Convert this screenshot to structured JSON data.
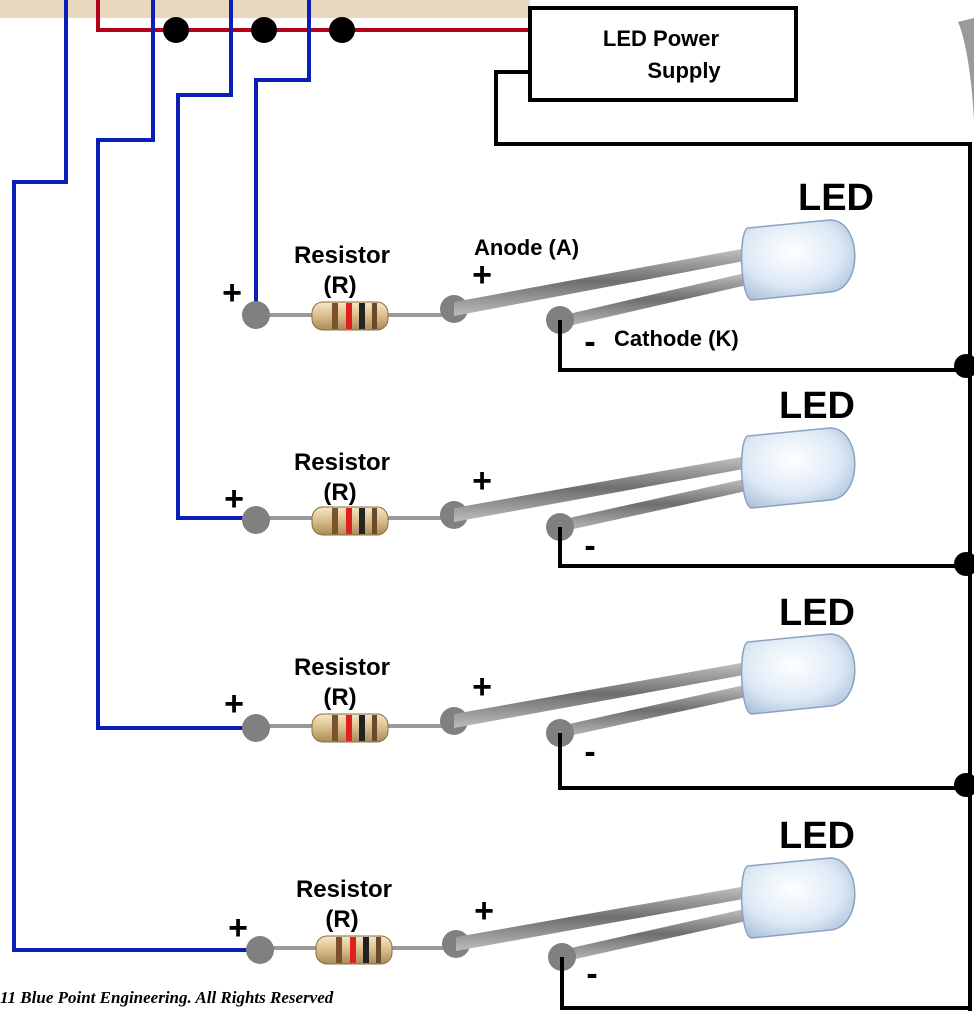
{
  "power_supply": {
    "line1": "LED Power",
    "line2": "Supply"
  },
  "circuits": [
    {
      "led_label": "LED",
      "resistor_line1": "Resistor",
      "resistor_line2": "(R)",
      "plus_left": "+",
      "plus_right": "+",
      "minus": "-",
      "anode_label": "Anode (A)",
      "cathode_label": "Cathode (K)"
    },
    {
      "led_label": "LED",
      "resistor_line1": "Resistor",
      "resistor_line2": "(R)",
      "plus_left": "+",
      "plus_right": "+",
      "minus": "-"
    },
    {
      "led_label": "LED",
      "resistor_line1": "Resistor",
      "resistor_line2": "(R)",
      "plus_left": "+",
      "plus_right": "+",
      "minus": "-"
    },
    {
      "led_label": "LED",
      "resistor_line1": "Resistor",
      "resistor_line2": "(R)",
      "plus_left": "+",
      "plus_right": "+",
      "minus": "-"
    }
  ],
  "copyright": "11  Blue Point Engineering.  All Rights Reserved",
  "colors": {
    "positive_bus": "#b3001b",
    "control_wires": "#0a1fb5",
    "ground_wire": "#000000",
    "node": "#808080",
    "led_body": "#dce9f7"
  }
}
